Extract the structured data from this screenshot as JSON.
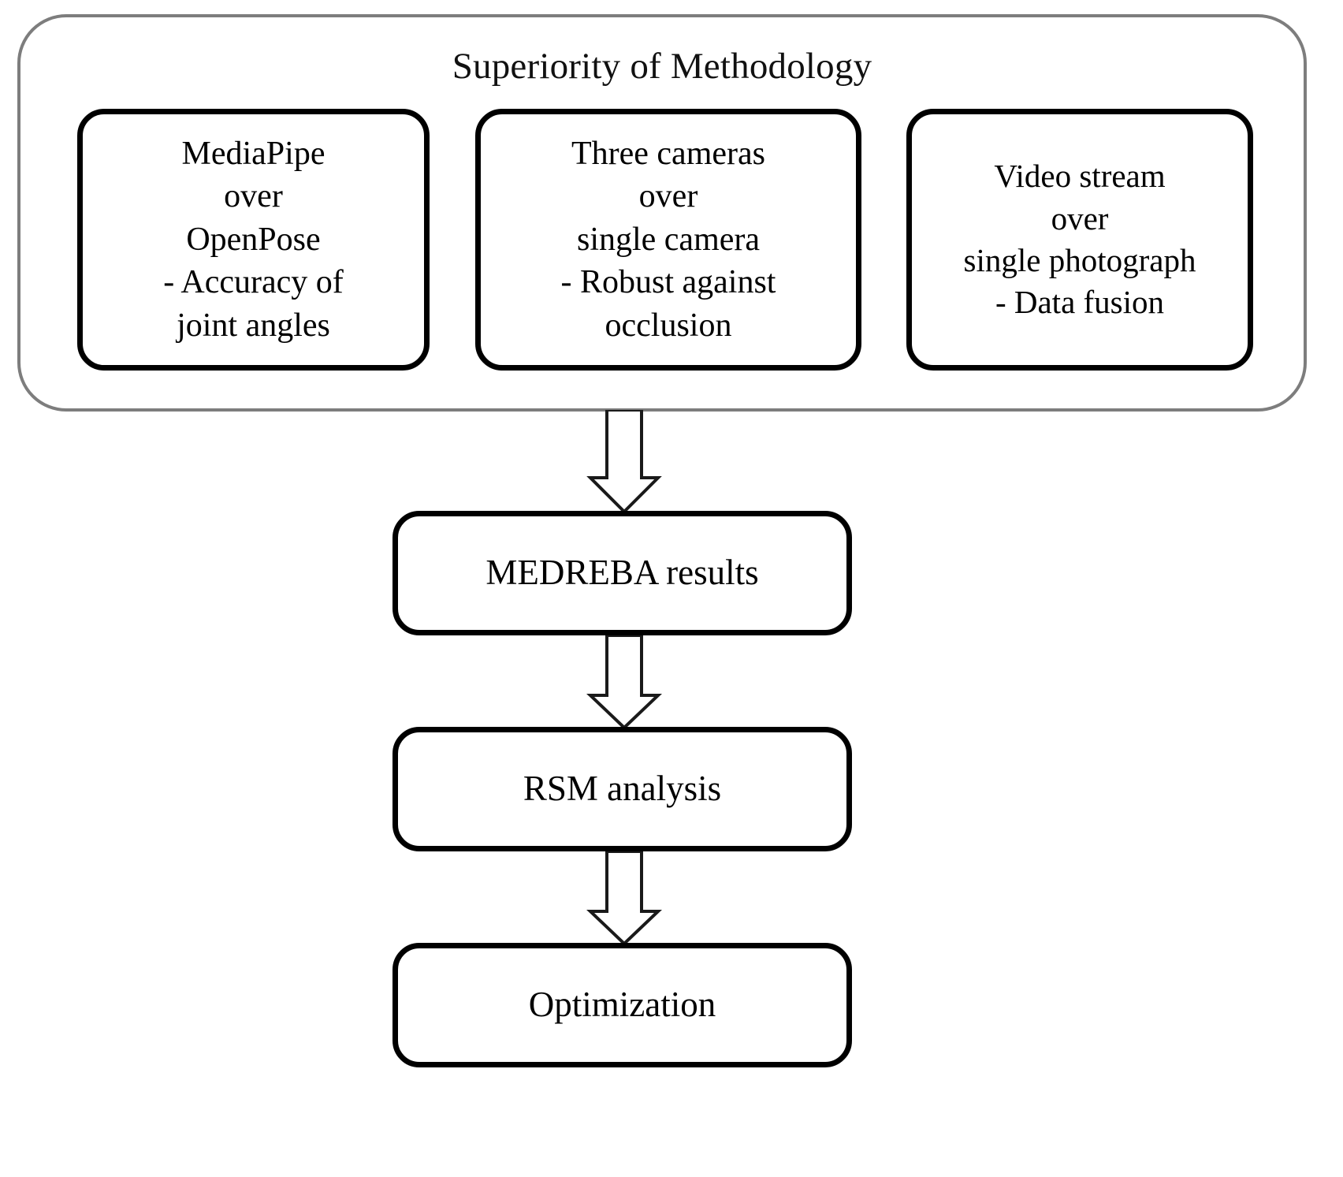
{
  "diagram": {
    "group": {
      "title": "Superiority of Methodology",
      "border_color": "#7d7d7d",
      "features": [
        {
          "id": "mediapipe-vs-openpose",
          "text": "MediaPipe\nover\nOpenPose\n- Accuracy of\njoint angles"
        },
        {
          "id": "three-cameras-vs-single",
          "text": "Three cameras\nover\nsingle camera\n- Robust against\nocclusion"
        },
        {
          "id": "video-stream-vs-photo",
          "text": "Video stream\nover\nsingle photograph\n- Data fusion"
        }
      ]
    },
    "process": {
      "steps": [
        {
          "id": "medreba-results",
          "label": "MEDREBA results"
        },
        {
          "id": "rsm-analysis",
          "label": "RSM analysis"
        },
        {
          "id": "optimization",
          "label": "Optimization"
        }
      ],
      "connectors": [
        {
          "id": "arrow-group-to-medreba",
          "icon": "down-block-arrow-icon"
        },
        {
          "id": "arrow-medreba-to-rsm",
          "icon": "down-block-arrow-icon"
        },
        {
          "id": "arrow-rsm-to-optimization",
          "icon": "down-block-arrow-icon"
        }
      ]
    },
    "colors": {
      "box_border": "#000000",
      "group_border": "#7d7d7d",
      "background": "#ffffff",
      "text": "#000000"
    }
  }
}
